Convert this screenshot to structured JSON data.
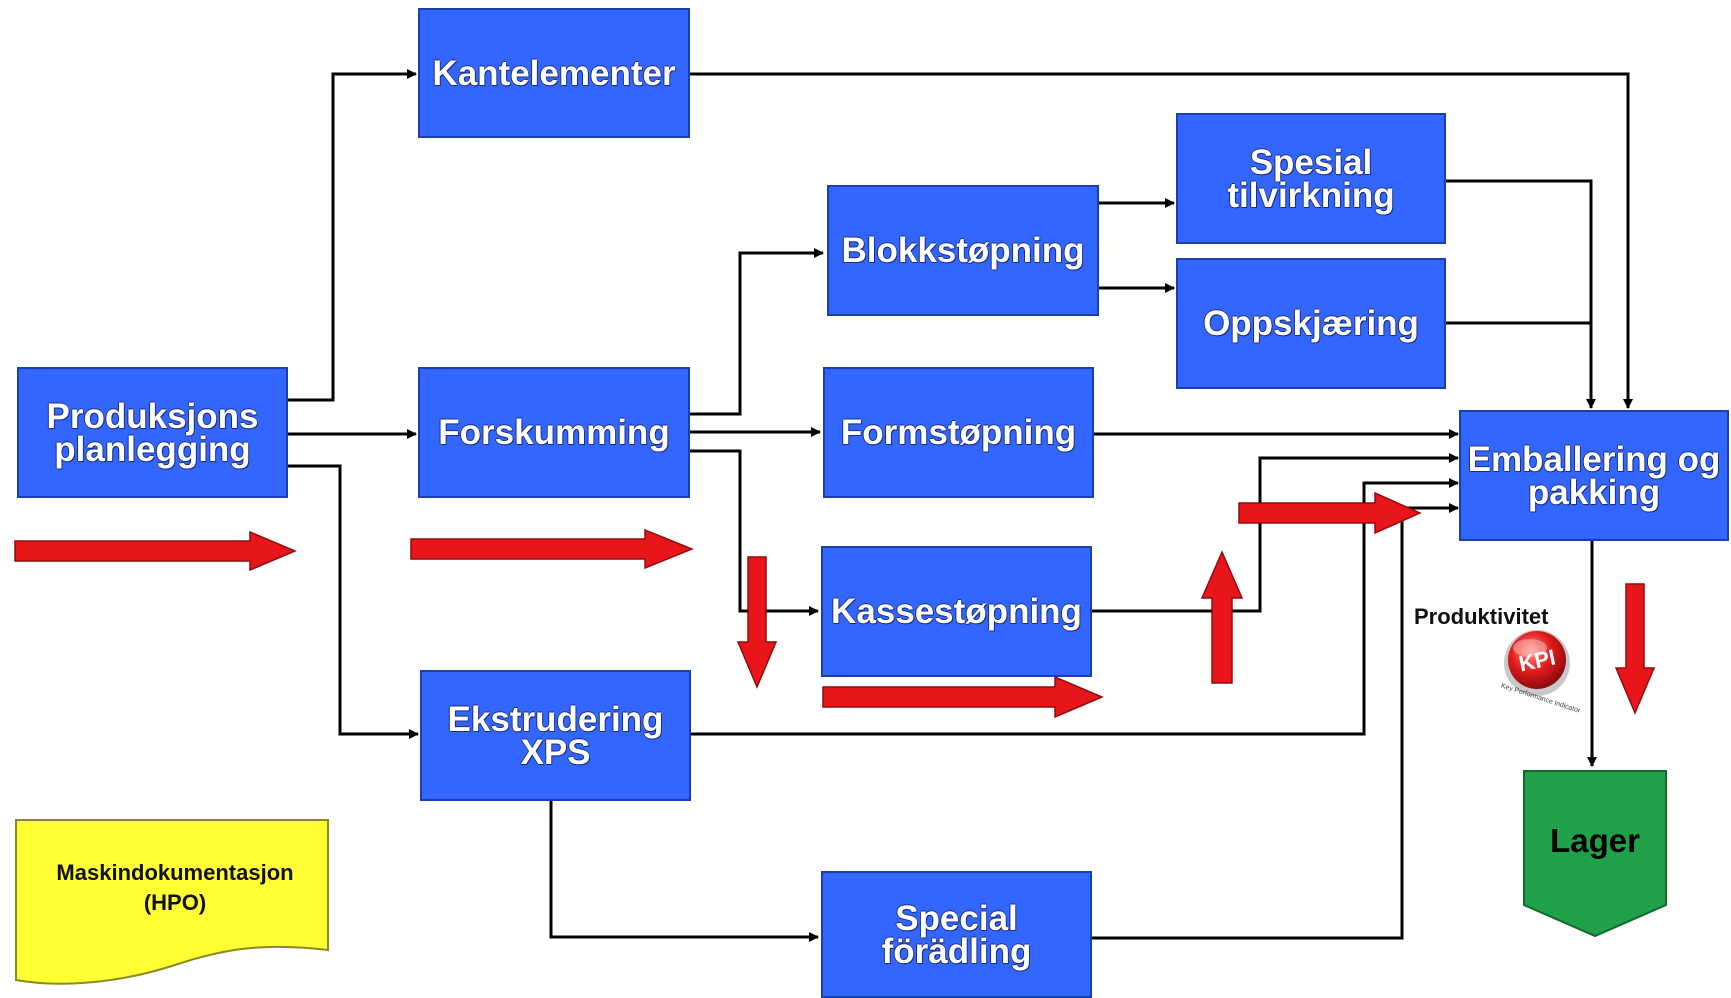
{
  "boxes": {
    "kantelementer": "Kantelementer",
    "produksjons_planlegging": "Produksjons\nplanlegging",
    "forskumming": "Forskumming",
    "blokkstopning": "Blokkstøpning",
    "spesial_tilvirkning": "Spesial\ntilvirkning",
    "oppskjaering": "Oppskjæring",
    "formstopning": "Formstøpning",
    "kassestopning": "Kassestøpning",
    "ekstrudering_xps": "Ekstrudering\nXPS",
    "special_foradling": "Special\nförädling",
    "emballering_pakking": "Emballering og\npakking"
  },
  "document": "Maskindokumentasjon\n(HPO)",
  "lager": "Lager",
  "kpi": {
    "label": "Produktivitet",
    "badge": "KPI",
    "caption": "Key Performance Indicator"
  },
  "colors": {
    "box_fill": "#3366ff",
    "arrow_red": "#e8151b",
    "document_yellow": "#ffff33",
    "lager_green": "#1fa049"
  }
}
